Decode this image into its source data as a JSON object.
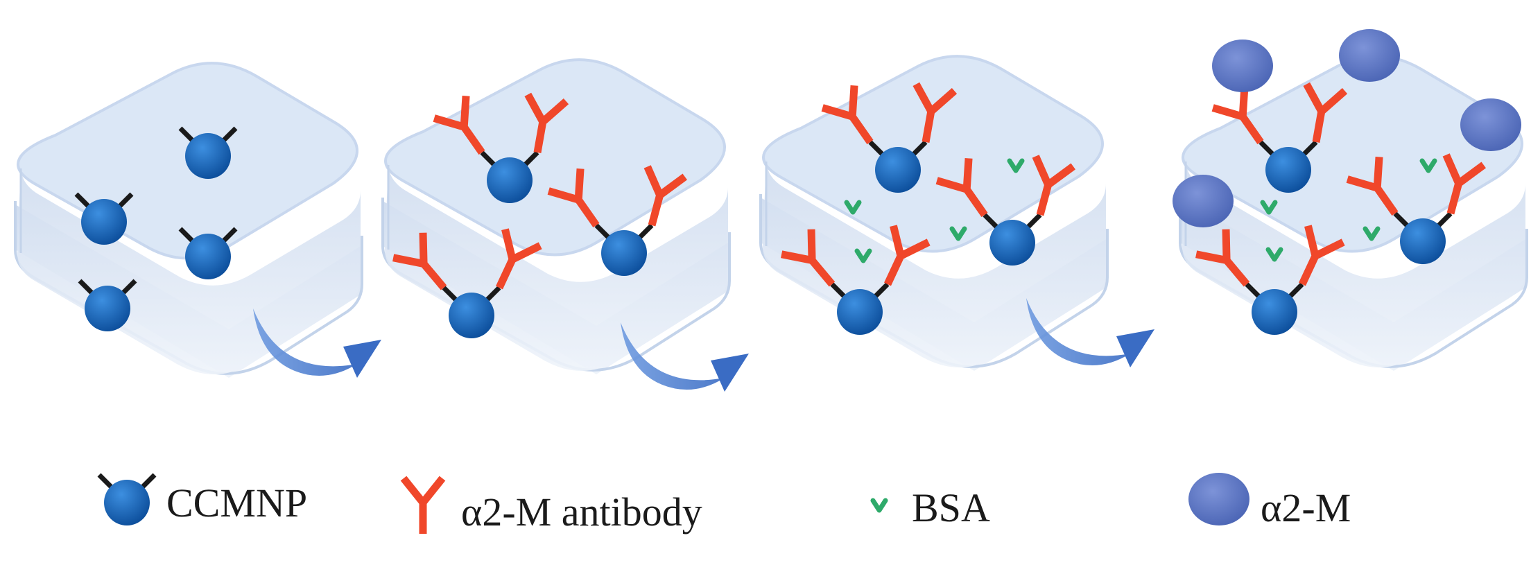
{
  "colors": {
    "nanoparticle": "#1565b8",
    "antibody": "#f0472a",
    "bsa": "#2eaa6a",
    "a2m": "#5c78c8",
    "linker": "#1a1a1a",
    "chip": "#dde9f7",
    "arrow": "#4a7fd0"
  },
  "icons": [
    "nanoparticle-icon",
    "antibody-icon",
    "bsa-icon",
    "a2m-protein-icon",
    "curved-arrow-icon"
  ],
  "legend": {
    "ccmnp": "CCMNP",
    "antibody": "α2-M antibody",
    "bsa": "BSA",
    "a2m": "α2-M"
  }
}
